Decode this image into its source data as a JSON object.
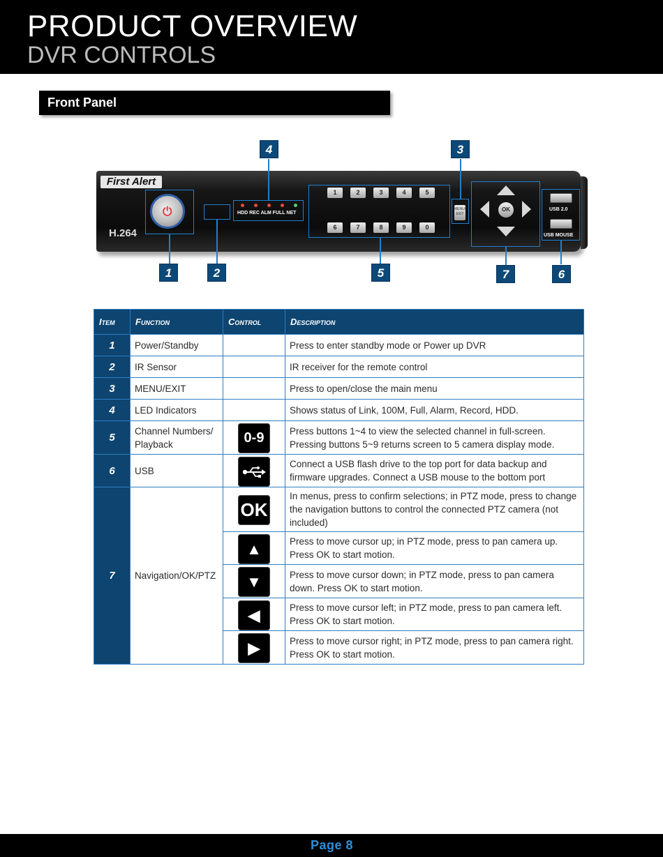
{
  "header": {
    "title": "PRODUCT OVERVIEW",
    "subtitle": "DVR CONTROLS"
  },
  "section": {
    "title": "Front Panel"
  },
  "device": {
    "logo": "First Alert",
    "model": "H.264",
    "led_labels": "HDD  REC  ALM  FULL  NET",
    "keys_top": [
      "1",
      "2",
      "3",
      "4",
      "5"
    ],
    "keys_bottom": [
      "6",
      "7",
      "8",
      "9",
      "0"
    ],
    "menu_key": "MENU/ EXIT",
    "ok_key": "OK",
    "usb_top_label": "USB 2.0",
    "usb_bottom_label": "USB MOUSE",
    "markers": [
      "1",
      "2",
      "3",
      "4",
      "5",
      "6",
      "7"
    ]
  },
  "table": {
    "headers": [
      "Item",
      "Function",
      "Control",
      "Description"
    ],
    "rows": [
      {
        "item": "1",
        "function": "Power/Standby",
        "control": "",
        "description": "Press to enter standby mode or Power up DVR"
      },
      {
        "item": "2",
        "function": "IR Sensor",
        "control": "",
        "description": "IR receiver for the remote control"
      },
      {
        "item": "3",
        "function": "MENU/EXIT",
        "control": "",
        "description": "Press to open/close the main menu"
      },
      {
        "item": "4",
        "function": "LED Indicators",
        "control": "",
        "description": "Shows status of Link, 100M, Full, Alarm, Record, HDD."
      },
      {
        "item": "5",
        "function": "Channel Numbers/ Playback",
        "control": "0-9",
        "description": "Press buttons 1~4 to view the selected channel in full-screen. Pressing buttons 5~9 returns screen to 5 camera display mode."
      },
      {
        "item": "6",
        "function": "USB",
        "control": "usb-icon",
        "description": "Connect a USB flash drive to the top port for data backup and firmware upgrades. Connect a USB mouse to the bottom port"
      },
      {
        "item": "7",
        "function": "Navigation/OK/PTZ",
        "controls": [
          {
            "control": "OK",
            "description": "In menus, press to confirm selections; in PTZ mode, press to change the navigation buttons to control the connected PTZ camera (not included)"
          },
          {
            "control": "up-arrow-icon",
            "description": "Press to move cursor up; in PTZ mode, press to pan camera up. Press OK to start motion."
          },
          {
            "control": "down-arrow-icon",
            "description": "Press to move cursor down; in PTZ mode, press to pan camera down. Press OK to start motion."
          },
          {
            "control": "left-arrow-icon",
            "description": "Press to move cursor left; in PTZ mode, press to pan camera left. Press OK to start motion."
          },
          {
            "control": "right-arrow-icon",
            "description": "Press to move cursor right; in PTZ mode, press to pan camera right. Press OK to start motion."
          }
        ]
      }
    ]
  },
  "footer": {
    "page": "Page  8"
  },
  "colors": {
    "accent": "#0d4470",
    "callout": "#1f7fd0",
    "footer_text": "#2f8fd8"
  }
}
